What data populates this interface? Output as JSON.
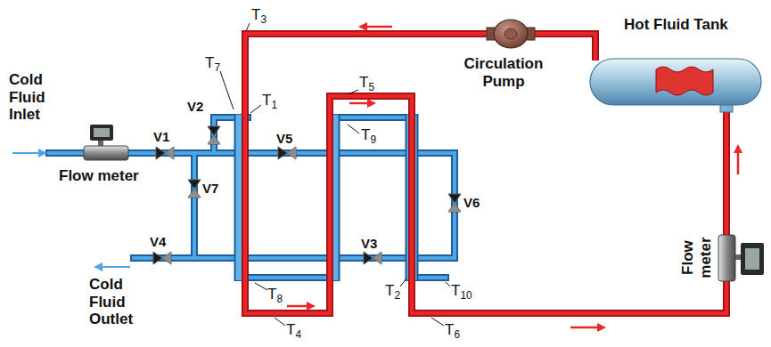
{
  "diagram": {
    "labels": [
      "Cold Fluid Inlet",
      "Flow meter",
      "V1",
      "V7",
      "V4",
      "Cold Fluid Outlet",
      "V2",
      "T7",
      "T1",
      "T3",
      "V5",
      "T5",
      "T9",
      "T8",
      "T4",
      "V3",
      "T2",
      "T10",
      "T6",
      "V6",
      "Circulation Pump",
      "Hot Fluid Tank",
      "Flow meter"
    ]
  }
}
